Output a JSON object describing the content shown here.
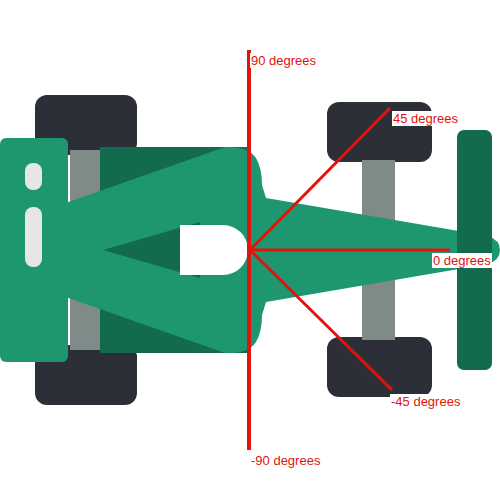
{
  "diagram": {
    "labels": [
      "90 degrees",
      "45 degrees",
      "0 degrees",
      "-45 degrees",
      "-90 degrees"
    ]
  }
}
